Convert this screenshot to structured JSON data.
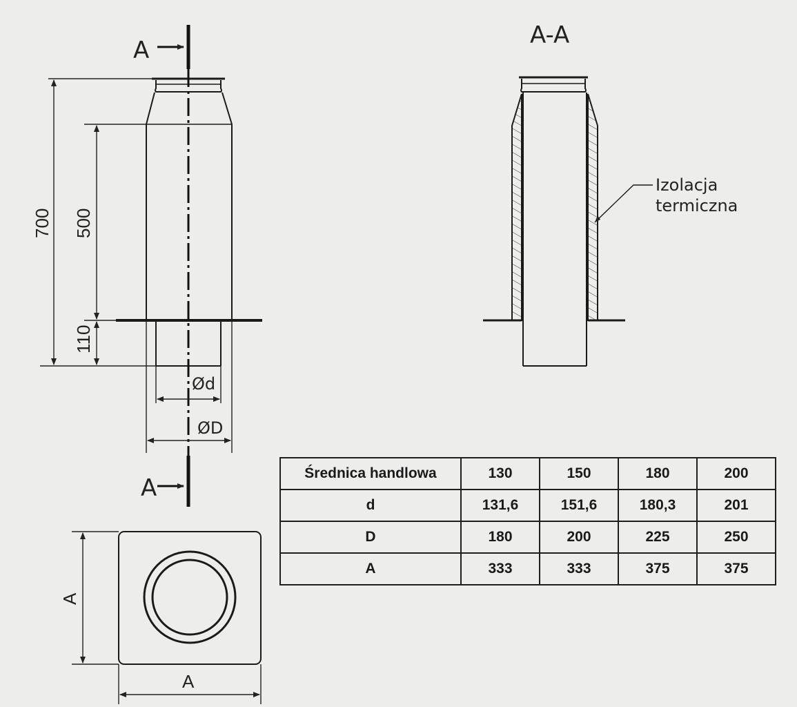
{
  "section_marker": "A",
  "section_title": "A-A",
  "dimensions": {
    "total_height": "700",
    "body_height": "500",
    "spigot_height": "110",
    "inner_diameter": "Ød",
    "outer_diameter": "ØD",
    "plate_width": "A",
    "plate_height": "A"
  },
  "insulation_label": {
    "line1": "Izolacja",
    "line2": "termiczna"
  },
  "table": {
    "header": [
      "Średnica handlowa",
      "130",
      "150",
      "180",
      "200"
    ],
    "rows": [
      [
        "d",
        "131,6",
        "151,6",
        "180,3",
        "201"
      ],
      [
        "D",
        "180",
        "200",
        "225",
        "250"
      ],
      [
        "A",
        "333",
        "333",
        "375",
        "375"
      ]
    ]
  },
  "colors": {
    "line": "#1a1a1a",
    "paper": "#ededeb"
  }
}
